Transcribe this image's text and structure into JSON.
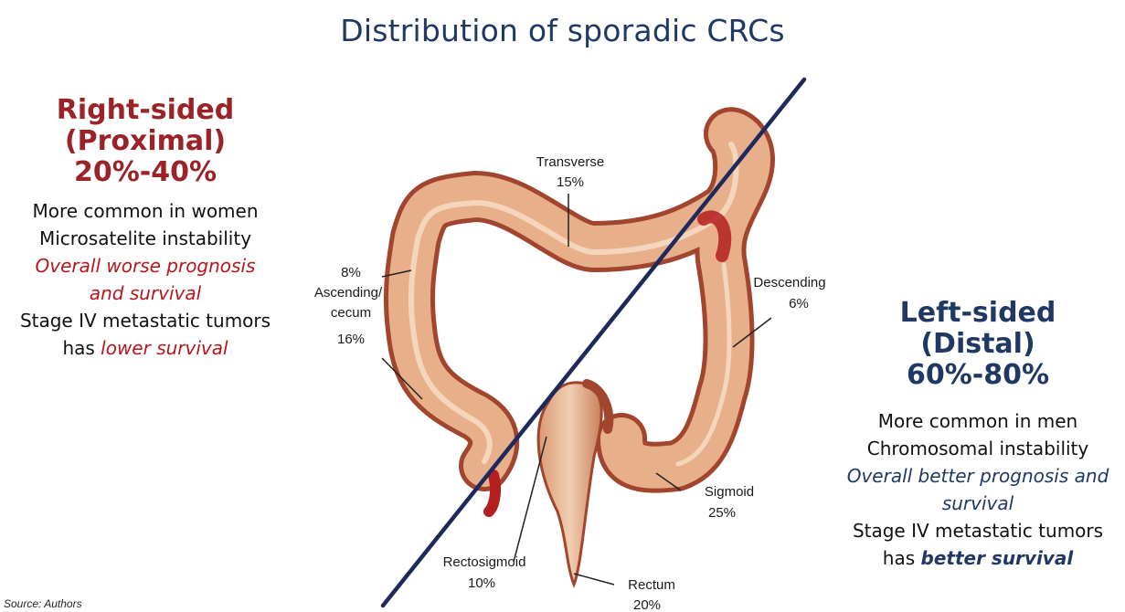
{
  "title": "Distribution of sporadic CRCs",
  "right_sided": {
    "heading": [
      "Right-sided",
      "(Proximal)",
      "20%-40%"
    ],
    "lines": [
      "More common in women",
      "Microsatelite instability"
    ],
    "emphasis_lines": [
      "Overall worse prognosis",
      "and survival"
    ],
    "stage_line": "Stage IV metastatic tumors",
    "survival_prefix": "has ",
    "survival_emphasis": "lower survival"
  },
  "left_sided": {
    "heading": [
      "Left-sided",
      "(Distal)",
      "60%-80%"
    ],
    "lines": [
      "More common in men",
      "Chromosomal instability"
    ],
    "emphasis_lines": [
      "Overall better prognosis and",
      "survival"
    ],
    "stage_line": "Stage IV metastatic tumors",
    "survival_prefix": "has ",
    "survival_emphasis": "better survival"
  },
  "segments": {
    "transverse": {
      "name": "Transverse",
      "pct": "15%"
    },
    "ascending_top": "8%",
    "ascending_name_1": "Ascending/",
    "ascending_name_2": "cecum",
    "ascending_pct": "16%",
    "descending": {
      "name": "Descending",
      "pct": "6%"
    },
    "sigmoid": {
      "name": "Sigmoid",
      "pct": "25%"
    },
    "rectosigmoid": {
      "name": "Rectosigmoid",
      "pct": "10%"
    },
    "rectum": {
      "name": "Rectum",
      "pct": "20%"
    }
  },
  "colors": {
    "right_heading": "#9b2226",
    "left_heading": "#1f3864",
    "divider_line": "#1f2a5c",
    "colon_fill": "#e8b08a",
    "colon_outline": "#a2452f"
  },
  "source": "Source: Authors"
}
